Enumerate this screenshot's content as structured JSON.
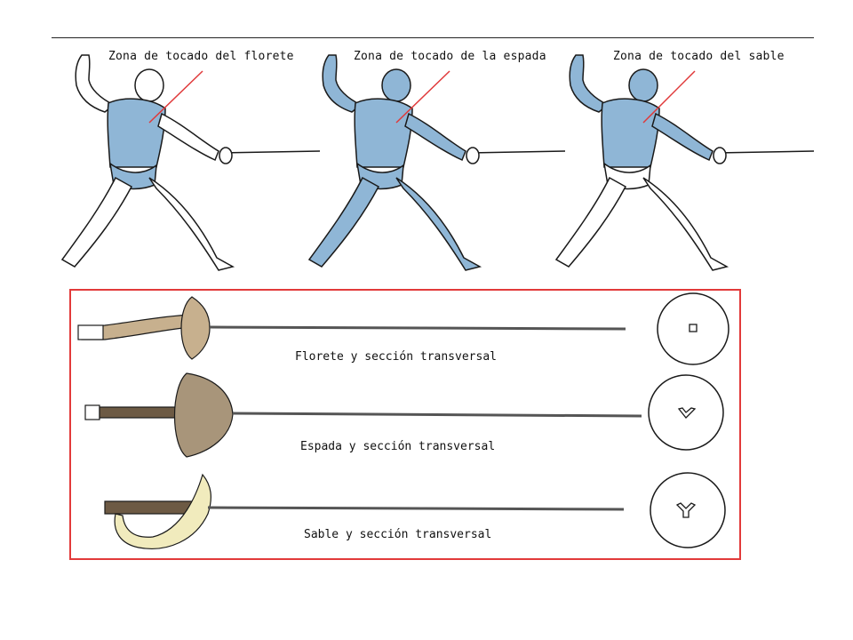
{
  "fencers": [
    {
      "label": "Zona de tocado del florete",
      "zone": "foil"
    },
    {
      "label": "Zona de tocado de la espada",
      "zone": "epee"
    },
    {
      "label": "Zona de tocado del sable",
      "zone": "sabre"
    }
  ],
  "weapons": [
    {
      "caption": "Florete y sección transversal",
      "section": "square"
    },
    {
      "caption": "Espada y sección transversal",
      "section": "v"
    },
    {
      "caption": "Sable y sección transversal",
      "section": "y"
    }
  ],
  "colors": {
    "zone": "#8fb6d6",
    "outline": "#1a1a1a",
    "pointer": "#e0393a",
    "box": "#e23a3a",
    "guard_foil": "#c7b08e",
    "guard_epee": "#a8957a",
    "guard_sabre": "#f1ebbd",
    "grip": "#6d5a44"
  }
}
